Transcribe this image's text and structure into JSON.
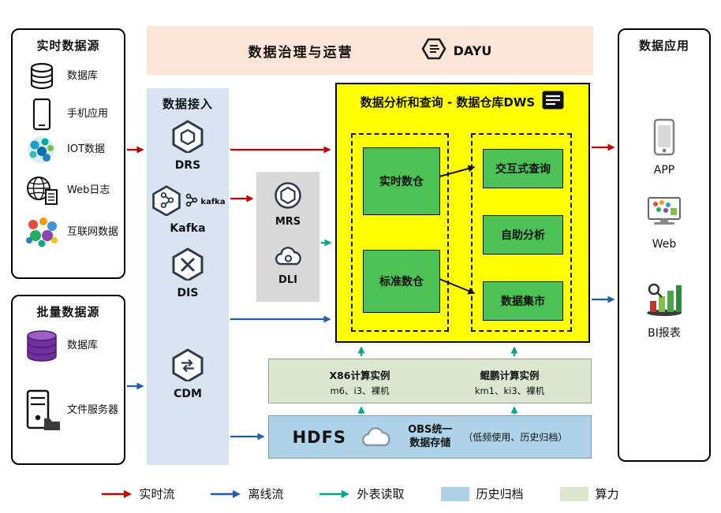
{
  "colors": {
    "realtime_flow": "#c00000",
    "offline_flow": "#1f5fa8",
    "external_read": "#00a890",
    "archive_fill": "#aed3e8",
    "compute_fill": "#dde6cf",
    "dws_bg": "#ffff00",
    "module_green": "#4cc254",
    "ingestion_bg": "#d9e3f1",
    "governance_bg": "#fbe5d6",
    "middleware_bg": "#d9d9d9"
  },
  "governance": {
    "title": "数据治理与运营",
    "logo_text": "DAYU"
  },
  "realtime_sources": {
    "title": "实时数据源",
    "items": [
      {
        "label": "数据库",
        "icon": "database-icon"
      },
      {
        "label": "手机应用",
        "icon": "phone-icon"
      },
      {
        "label": "IOT数据",
        "icon": "iot-icon"
      },
      {
        "label": "Web日志",
        "icon": "weblog-icon"
      },
      {
        "label": "互联网数据",
        "icon": "internet-data-icon"
      }
    ]
  },
  "batch_sources": {
    "title": "批量数据源",
    "items": [
      {
        "label": "数据库",
        "icon": "purple-database-icon"
      },
      {
        "label": "文件服务器",
        "icon": "file-server-icon"
      }
    ]
  },
  "ingestion": {
    "title": "数据接入",
    "services": [
      {
        "label": "DRS"
      },
      {
        "label": "Kafka",
        "logo": "kafka"
      },
      {
        "label": "DIS"
      },
      {
        "label": "CDM"
      }
    ]
  },
  "middleware": {
    "services": [
      {
        "label": "MRS"
      },
      {
        "label": "DLI"
      }
    ]
  },
  "dws": {
    "title": "数据分析和查询 - 数据仓库DWS",
    "warehouses": [
      {
        "label": "实时数仓"
      },
      {
        "label": "标准数仓"
      }
    ],
    "services": [
      {
        "label": "交互式查询"
      },
      {
        "label": "自助分析"
      },
      {
        "label": "数据集市"
      }
    ]
  },
  "compute": {
    "x86": {
      "title": "X86计算实例",
      "spec": "m6、i3、裸机"
    },
    "kunpeng": {
      "title": "鲲鹏计算实例",
      "spec": "km1、ki3、裸机"
    }
  },
  "storage": {
    "hdfs": "HDFS",
    "obs_line1": "OBS统一",
    "obs_line2": "数据存储",
    "note": "（低频使用、历史归档）"
  },
  "applications": {
    "title": "数据应用",
    "items": [
      {
        "label": "APP",
        "icon": "app-icon"
      },
      {
        "label": "Web",
        "icon": "web-icon"
      },
      {
        "label": "BI报表",
        "icon": "bi-report-icon"
      }
    ]
  },
  "legend": {
    "items": [
      {
        "label": "实时流",
        "type": "arrow",
        "color": "#c00000"
      },
      {
        "label": "离线流",
        "type": "arrow",
        "color": "#1f5fa8"
      },
      {
        "label": "外表读取",
        "type": "arrow",
        "color": "#00a890"
      },
      {
        "label": "历史归档",
        "type": "swatch",
        "color": "#aed3e8"
      },
      {
        "label": "算力",
        "type": "swatch",
        "color": "#dde6cf"
      }
    ]
  }
}
